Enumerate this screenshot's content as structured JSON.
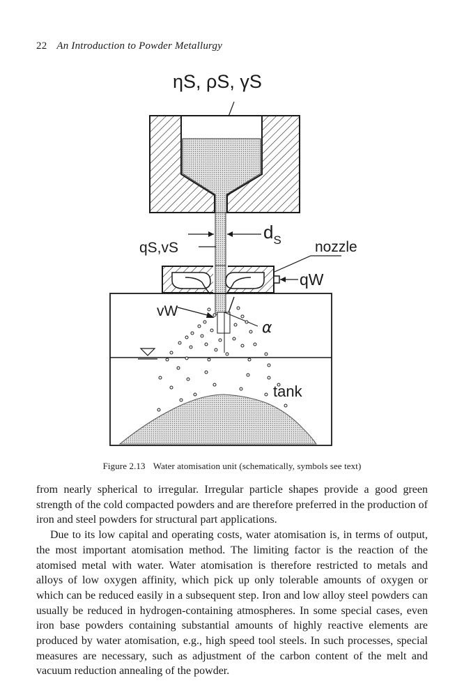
{
  "header": {
    "page_number": "22",
    "book_title": "An Introduction to Powder Metallurgy"
  },
  "figure": {
    "top_symbols": "ηS,  ρS,  γS",
    "label_ds_main": "d",
    "label_ds_sub": "S",
    "label_qs_main": "qS,vS",
    "label_nozzle": "nozzle",
    "label_qw": "qW",
    "label_vw": "vW",
    "label_alpha": "α",
    "label_tank": "tank"
  },
  "caption": {
    "number": "Figure 2.13",
    "text": "Water atomisation unit (schematically, symbols see text)"
  },
  "body": {
    "paragraphs": [
      "from nearly spherical to irregular. Irregular particle shapes provide a good green strength of the cold compacted powders and are therefore preferred in the production of iron and steel powders for structural part applications.",
      "Due to its low capital and operating costs, water atomisation is, in terms of output, the most important atomisation method. The limiting factor is the reaction of the atomised metal with water. Water atomisation is therefore restricted to metals and alloys of low oxygen affinity, which pick up only tolerable amounts of oxygen or which can be reduced easily in a subsequent step. Iron and low alloy steel powders can usually be reduced in hydrogen-containing atmospheres. In some special cases, even iron base powders containing substantial amounts of highly reactive elements are produced by water atomisation, e.g., high speed tool steels. In such processes, special measures are necessary, such as adjustment of the carbon content of the melt and vacuum reduction annealing of the powder."
    ]
  }
}
